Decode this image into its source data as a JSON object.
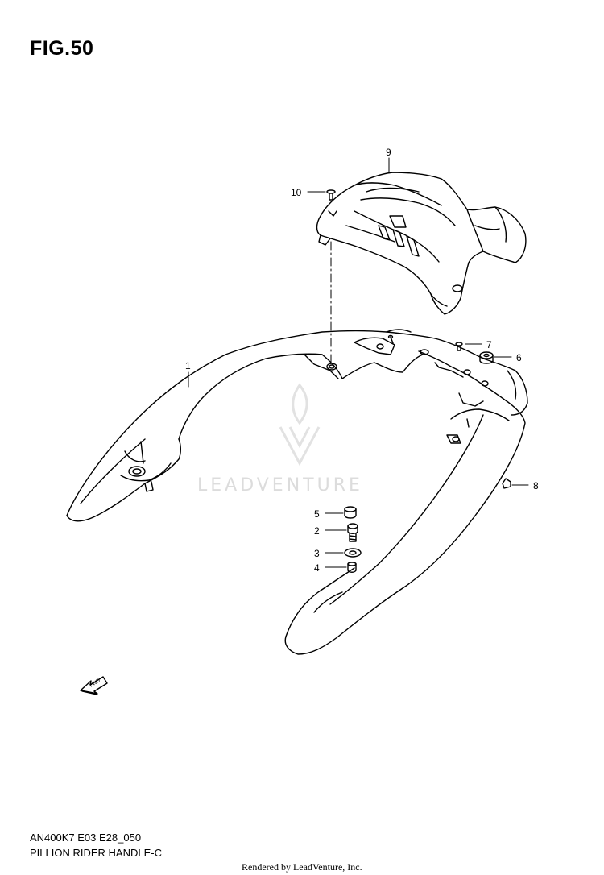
{
  "figure": {
    "title": "FIG.50",
    "code": "AN400K7 E03 E28_050",
    "caption": "PILLION RIDER HANDLE-C"
  },
  "callouts": [
    {
      "number": "1"
    },
    {
      "number": "2"
    },
    {
      "number": "3"
    },
    {
      "number": "4"
    },
    {
      "number": "5"
    },
    {
      "number": "6"
    },
    {
      "number": "7"
    },
    {
      "number": "8"
    },
    {
      "number": "9"
    },
    {
      "number": "10"
    }
  ],
  "direction_badge": {
    "label": "FWD",
    "icon": "fwd-arrow-icon"
  },
  "watermark": {
    "text": "LEADVENTURE",
    "icon": "leadventure-flame-logo",
    "color": "#dcdcdc"
  },
  "footer": {
    "rendered_by": "Rendered by LeadVenture, Inc."
  }
}
